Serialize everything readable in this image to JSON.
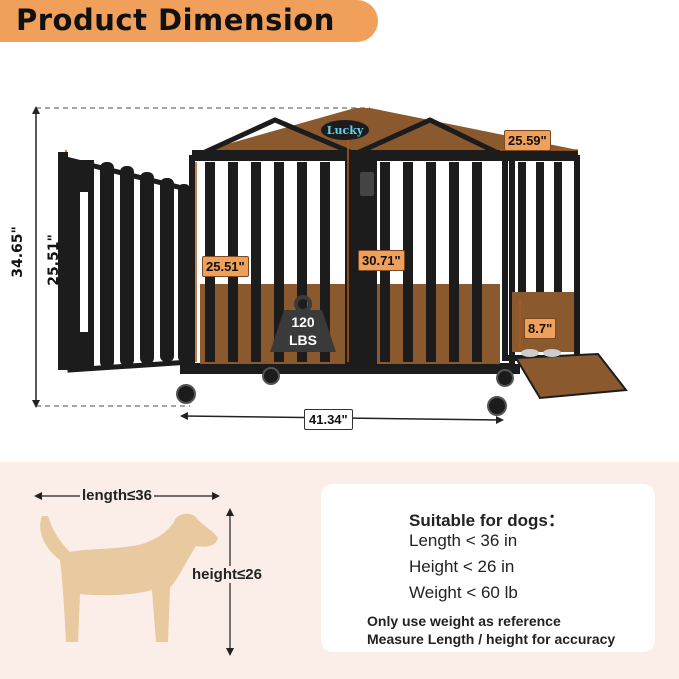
{
  "banner": {
    "title": "Product Dimension"
  },
  "product": {
    "sign_text": "Lucky",
    "weight_value": "120",
    "weight_unit": "LBS",
    "dims": {
      "total_height": "34.65\"",
      "door_height": "25.51\"",
      "inner_height": "25.51\"",
      "center_height": "30.71\"",
      "depth": "25.59\"",
      "drawer_height": "8.7\"",
      "width": "41.34\""
    }
  },
  "dog": {
    "length_label": "length≤36",
    "height_label": "height≤26"
  },
  "info": {
    "title": "Suitable for dogs：",
    "length": "Length < 36 in",
    "height": "Height < 26 in",
    "weight": "Weight < 60 lb",
    "note1": "Only use weight as reference",
    "note2": "Measure Length / height for accuracy"
  },
  "colors": {
    "accent": "#f0a05a",
    "wood": "#8a5a2e",
    "frame": "#1c1c1c",
    "dog": "#e8c9a0",
    "panel_bg": "#fbeee8"
  }
}
